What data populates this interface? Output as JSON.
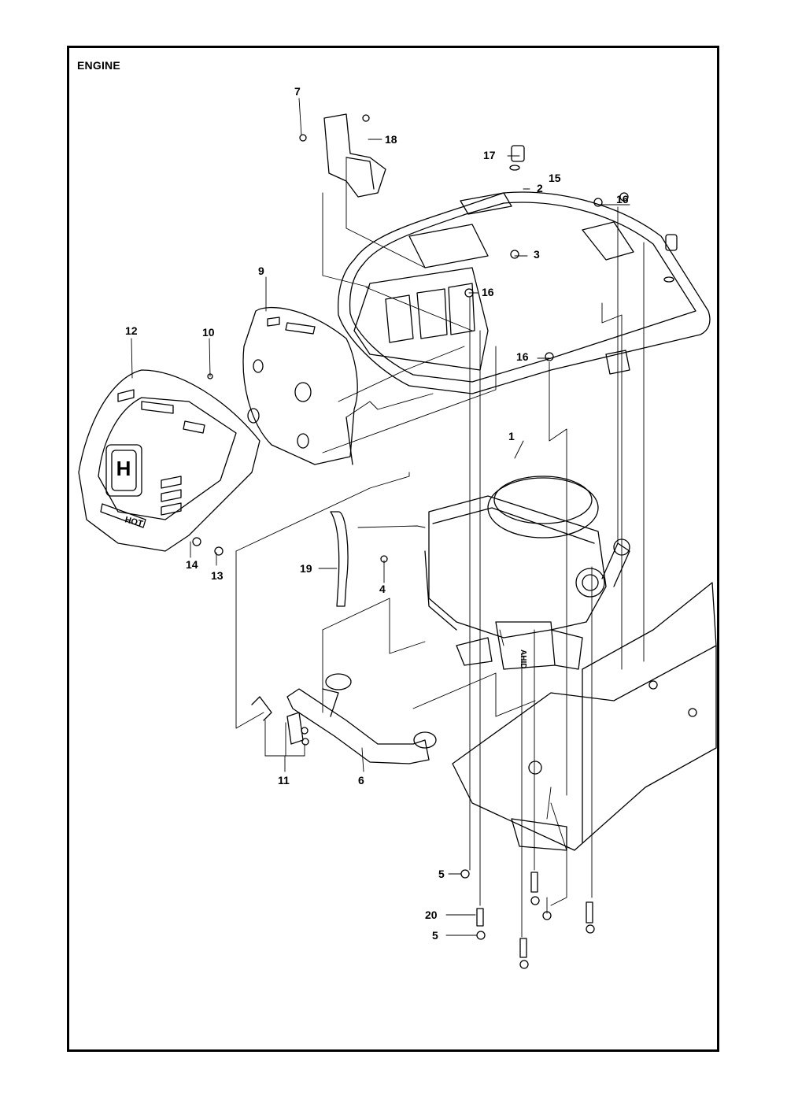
{
  "title": "ENGINE",
  "callouts": [
    {
      "id": "c7",
      "text": "7"
    },
    {
      "id": "c18",
      "text": "18"
    },
    {
      "id": "c17",
      "text": "17"
    },
    {
      "id": "c2",
      "text": "2"
    },
    {
      "id": "c15",
      "text": "15"
    },
    {
      "id": "c16a",
      "text": "16"
    },
    {
      "id": "c3",
      "text": "3"
    },
    {
      "id": "c9",
      "text": "9"
    },
    {
      "id": "c16b",
      "text": "16"
    },
    {
      "id": "c12",
      "text": "12"
    },
    {
      "id": "c10",
      "text": "10"
    },
    {
      "id": "c16c",
      "text": "16"
    },
    {
      "id": "c1",
      "text": "1"
    },
    {
      "id": "c14",
      "text": "14"
    },
    {
      "id": "c13",
      "text": "13"
    },
    {
      "id": "c19",
      "text": "19"
    },
    {
      "id": "c4",
      "text": "4"
    },
    {
      "id": "c11",
      "text": "11"
    },
    {
      "id": "c6",
      "text": "6"
    },
    {
      "id": "c5a",
      "text": "5"
    },
    {
      "id": "c20",
      "text": "20"
    },
    {
      "id": "c5b",
      "text": "5"
    }
  ],
  "decals": {
    "cover_brand": "H",
    "cover_warning": "HOT",
    "engine_label": "AHID"
  }
}
